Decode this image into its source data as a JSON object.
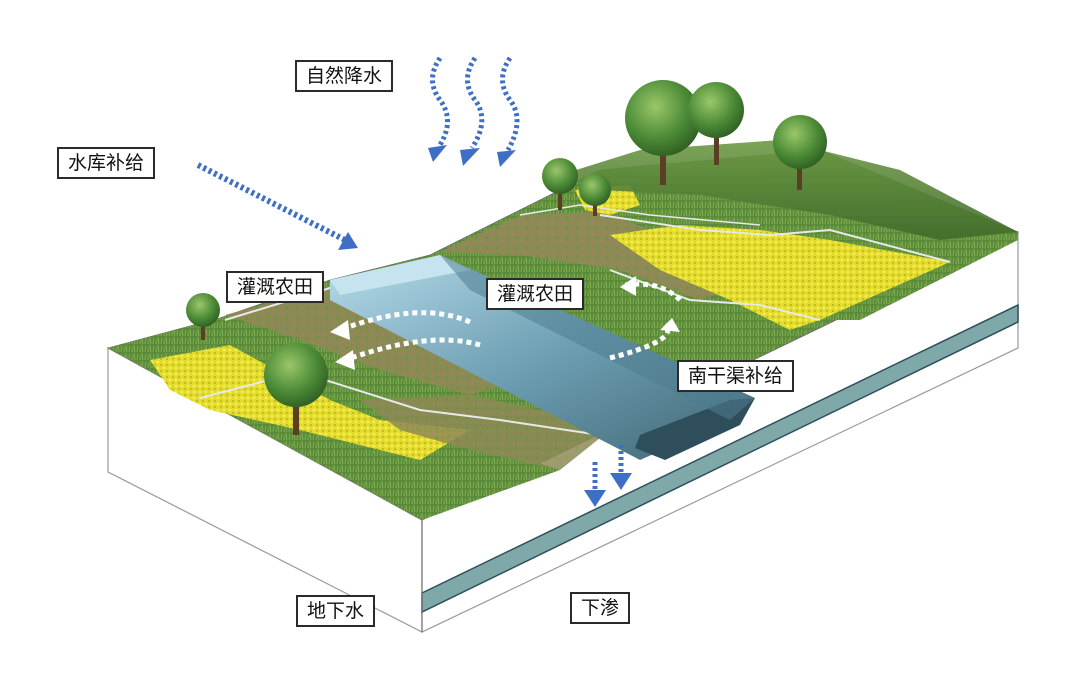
{
  "labels": {
    "rainfall": "自然降水",
    "reservoir_supply": "水库补给",
    "farmland_left": "灌溉农田",
    "farmland_center": "灌溉农田",
    "canal_supply": "南干渠补给",
    "groundwater": "地下水",
    "seepage": "下渗"
  },
  "colors": {
    "arrow_blue": "#3f6fc4",
    "water_light": "#a9d3e4",
    "water_deep": "#5b8ea3",
    "water_dark": "#2f4e5b",
    "aquifer": "#7fa9a8",
    "grass": "#5f8f3a",
    "rapeseed": "#e6e23a",
    "soil": "#9a7a5c",
    "tree": "#3e7a2e"
  },
  "icons": {
    "rain_arrows": "wavy-down-arrow-icon",
    "reservoir_arrow": "dotted-arrow-icon",
    "flow_arrows": "curved-white-arrow-icon",
    "seepage_arrows": "dotted-down-arrow-icon",
    "trees": "tree-icon"
  }
}
